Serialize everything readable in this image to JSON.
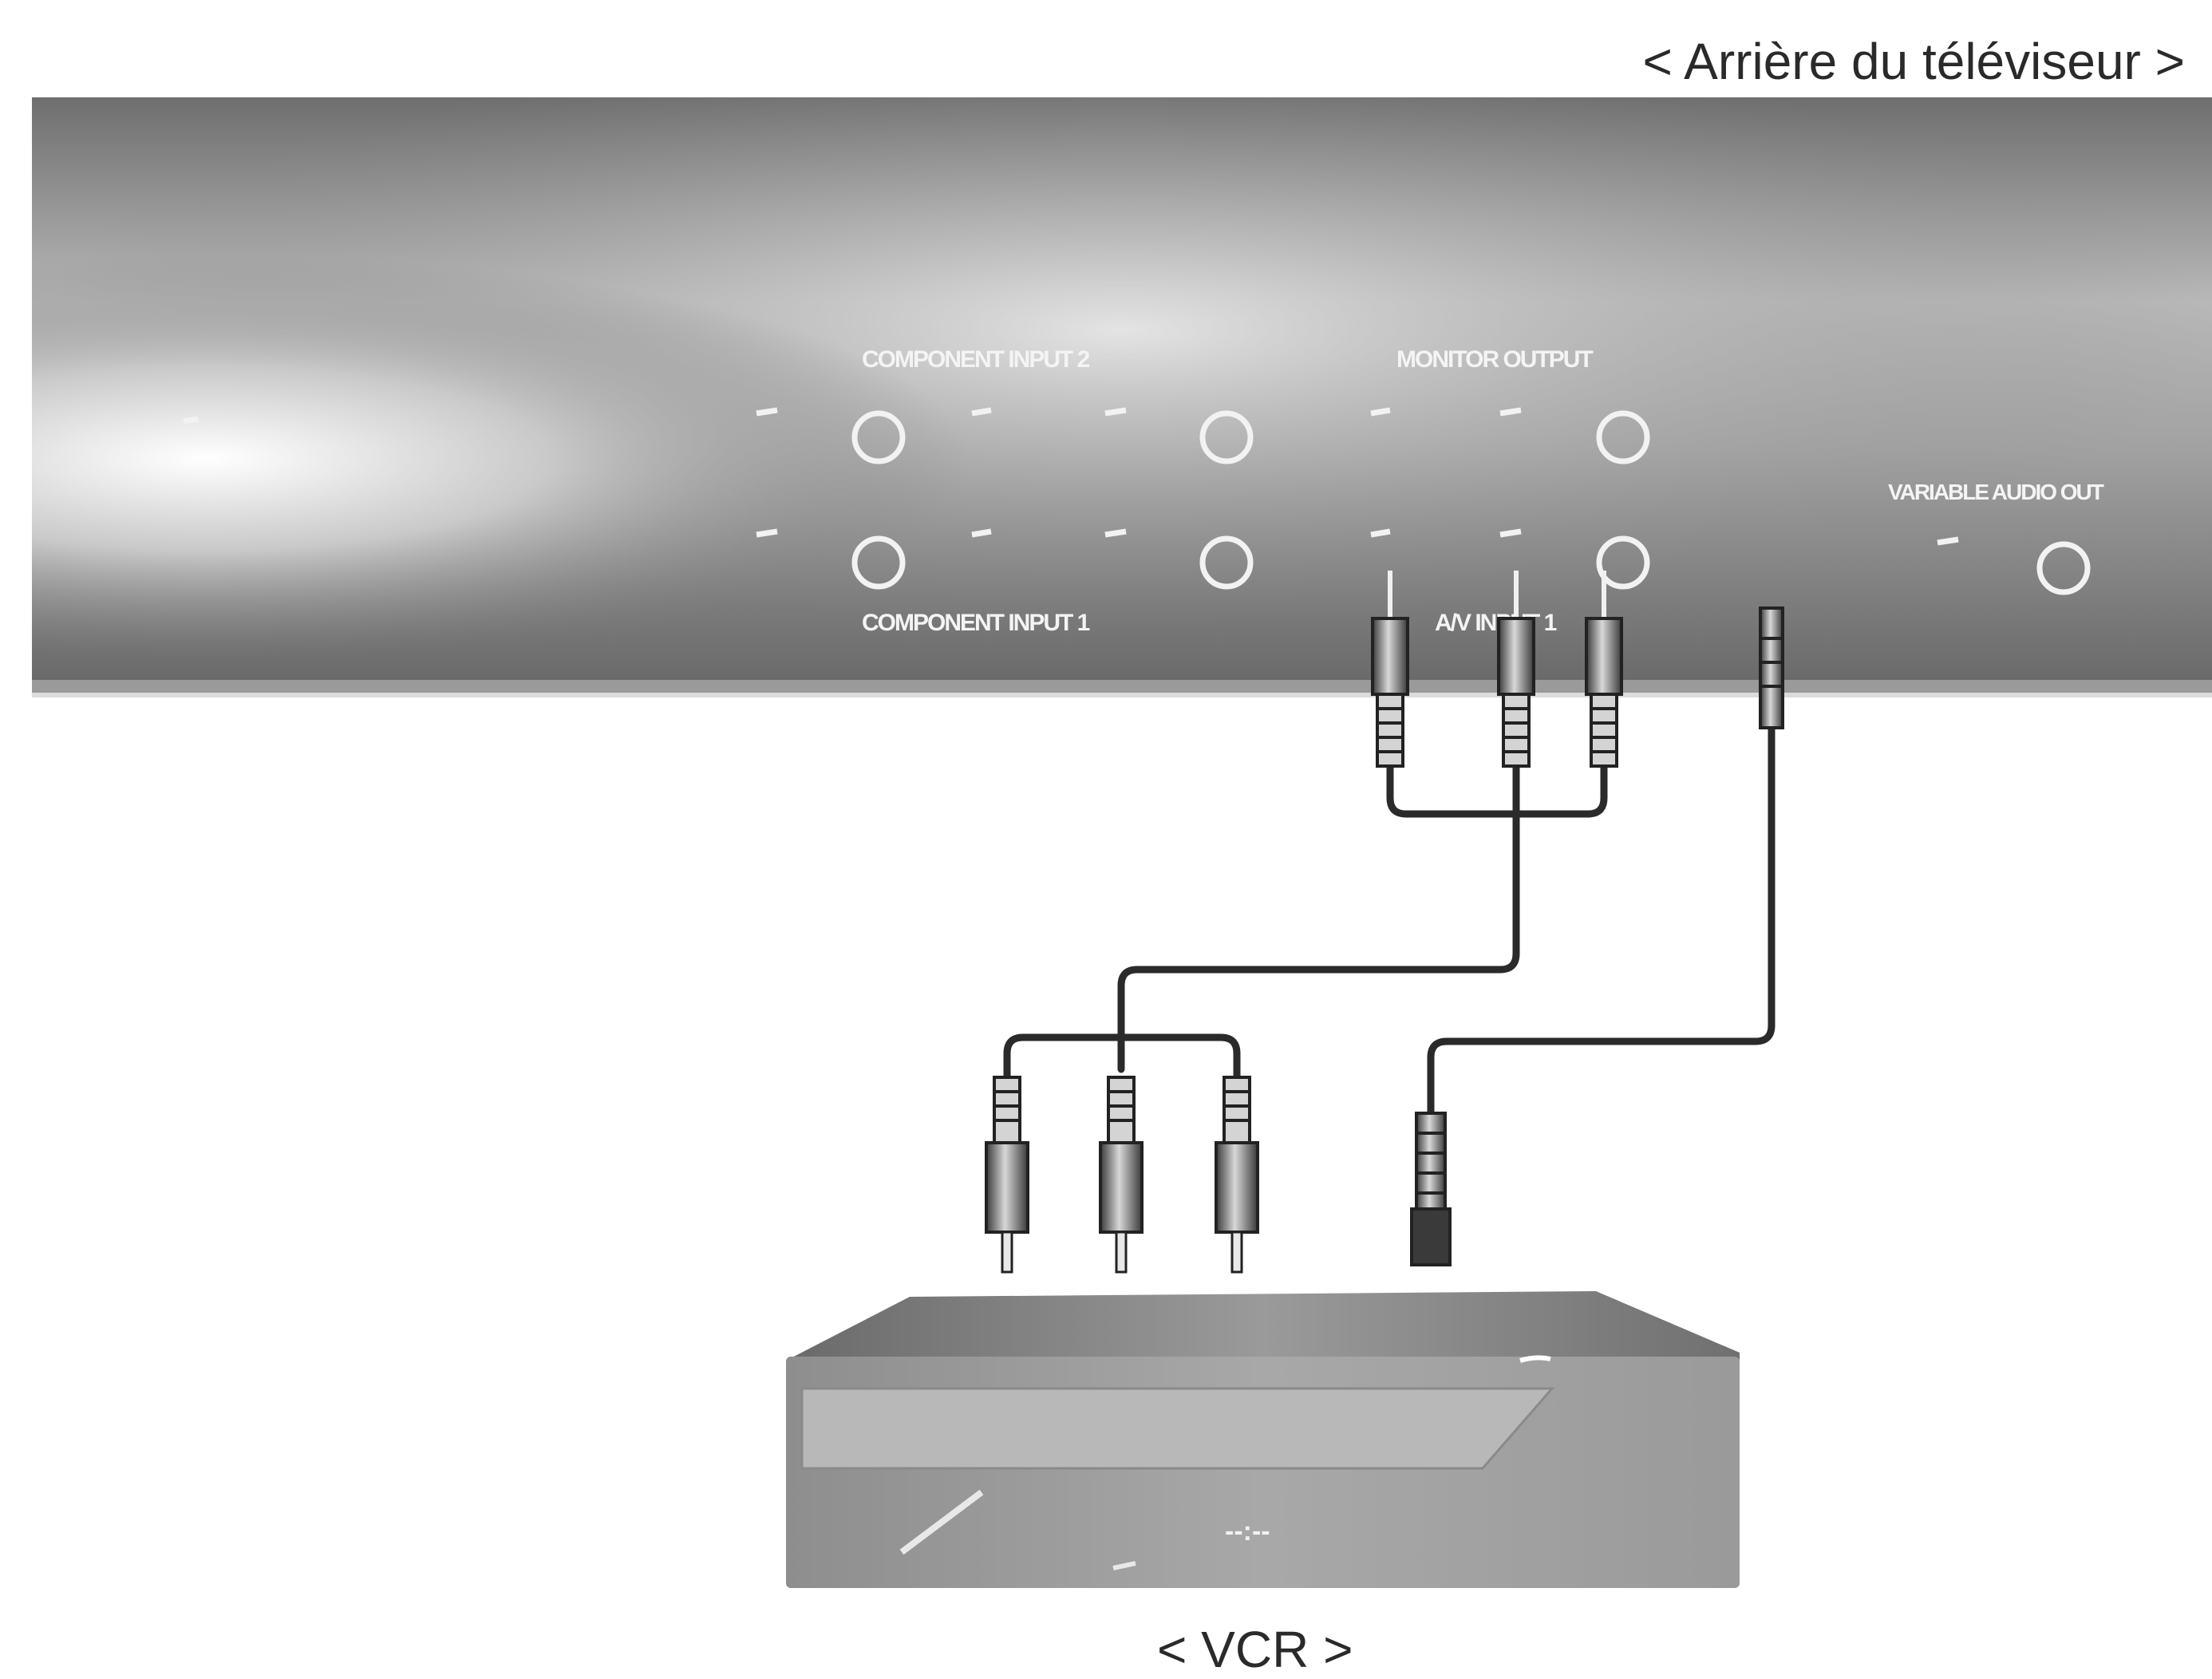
{
  "captions": {
    "tv_rear": "< Arrière du téléviseur >",
    "vcr": "< VCR >"
  },
  "tv_panel": {
    "labels": {
      "component_input_2": "COMPONENT INPUT 2",
      "monitor_output": "MONITOR OUTPUT",
      "variable_audio_out": "VARIABLE AUDIO OUT",
      "component_input_1": "COMPONENT INPUT 1",
      "av_input_1": "A/V INPUT 1"
    }
  },
  "vcr_panel": {
    "mark": "--:--"
  }
}
